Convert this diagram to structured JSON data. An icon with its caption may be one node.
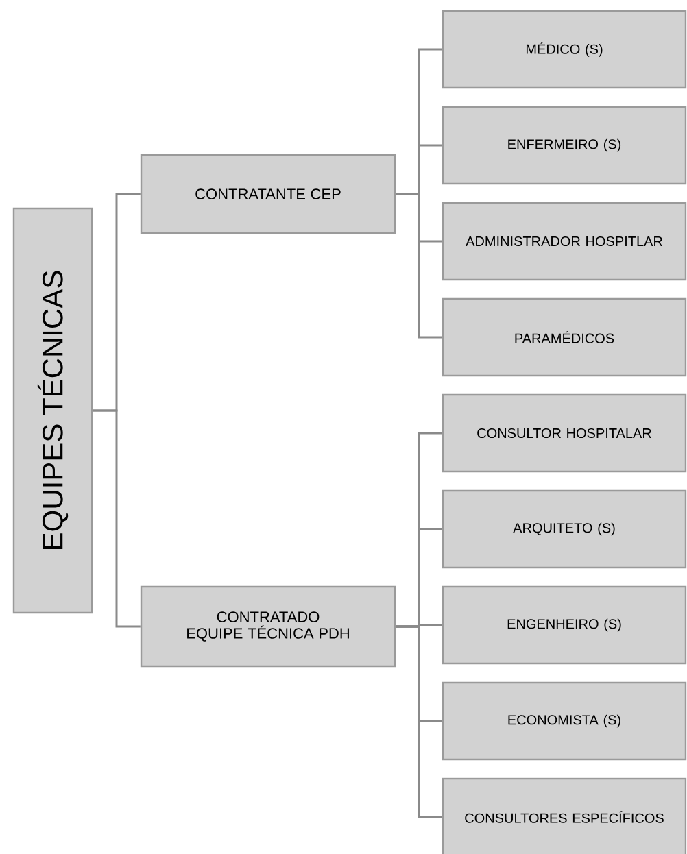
{
  "diagram": {
    "nodes": [
      {
        "text": [
          "EQUIPES TÉCNICAS"
        ]
      },
      {
        "text": [
          "CONTRATANTE CEP"
        ]
      },
      {
        "text": [
          "CONTRATADO EQUIPE TÉCNICA PDH"
        ]
      },
      {
        "text": [
          "MÉDICO (S)"
        ]
      },
      {
        "text": [
          "ENFERMEIRO (S)"
        ]
      },
      {
        "text": [
          "ADMINISTRADOR HOSPITLAR"
        ]
      },
      {
        "text": [
          "PARAMÉDICOS"
        ]
      },
      {
        "text": [
          "CONSULTOR HOSPITALAR"
        ]
      },
      {
        "text": [
          "ARQUITETO (S)"
        ]
      },
      {
        "text": [
          "ENGENHEIRO (S)"
        ]
      },
      {
        "text": [
          "ECONOMISTA (S)"
        ]
      },
      {
        "text": [
          "CONSULTORES ESPECÍFICOS"
        ]
      }
    ],
    "edges": [
      {
        "from": 0,
        "to": 1,
        "arrow": "none"
      },
      {
        "from": 0,
        "to": 2,
        "arrow": "none"
      },
      {
        "from": 1,
        "to": 3,
        "arrow": "none"
      },
      {
        "from": 1,
        "to": 4,
        "arrow": "none"
      },
      {
        "from": 1,
        "to": 5,
        "arrow": "none"
      },
      {
        "from": 1,
        "to": 6,
        "arrow": "none"
      },
      {
        "from": 2,
        "to": 7,
        "arrow": "none"
      },
      {
        "from": 2,
        "to": 8,
        "arrow": "none"
      },
      {
        "from": 2,
        "to": 9,
        "arrow": "none"
      },
      {
        "from": 2,
        "to": 10,
        "arrow": "none"
      },
      {
        "from": 2,
        "to": 11,
        "arrow": "none"
      }
    ]
  }
}
